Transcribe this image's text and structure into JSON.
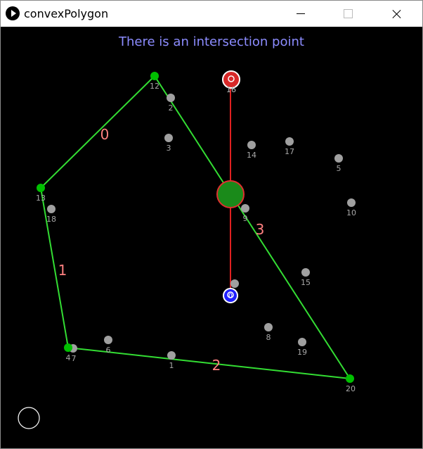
{
  "window": {
    "title": "convexPolygon"
  },
  "message": "There is an intersection point",
  "colors": {
    "polygon_edge": "#33dd33",
    "vertex": "#00c000",
    "point": "#a0a0a0",
    "point_label": "#a8a8a8",
    "edge_label": "#ff8080",
    "segment": "#e02020",
    "segment_start": "#e03030",
    "segment_end": "#2020ff",
    "intersection_fill": "#1a8a1a",
    "intersection_stroke": "#e03030",
    "message": "#8c8cff"
  },
  "polygon": {
    "vertex_order": [
      "12",
      "13",
      "4",
      "20"
    ],
    "edge_labels": [
      "0",
      "1",
      "2",
      "3"
    ]
  },
  "points": [
    {
      "label": "1"
    },
    {
      "label": "2"
    },
    {
      "label": "3"
    },
    {
      "label": "4"
    },
    {
      "label": "5"
    },
    {
      "label": "6"
    },
    {
      "label": "7"
    },
    {
      "label": "8"
    },
    {
      "label": "9"
    },
    {
      "label": "10"
    },
    {
      "label": "12"
    },
    {
      "label": "13"
    },
    {
      "label": "14"
    },
    {
      "label": "15"
    },
    {
      "label": "16"
    },
    {
      "label": "17"
    },
    {
      "label": "18"
    },
    {
      "label": "19"
    },
    {
      "label": "20"
    }
  ],
  "segment": {
    "start_label": "16",
    "end_label": "0"
  }
}
